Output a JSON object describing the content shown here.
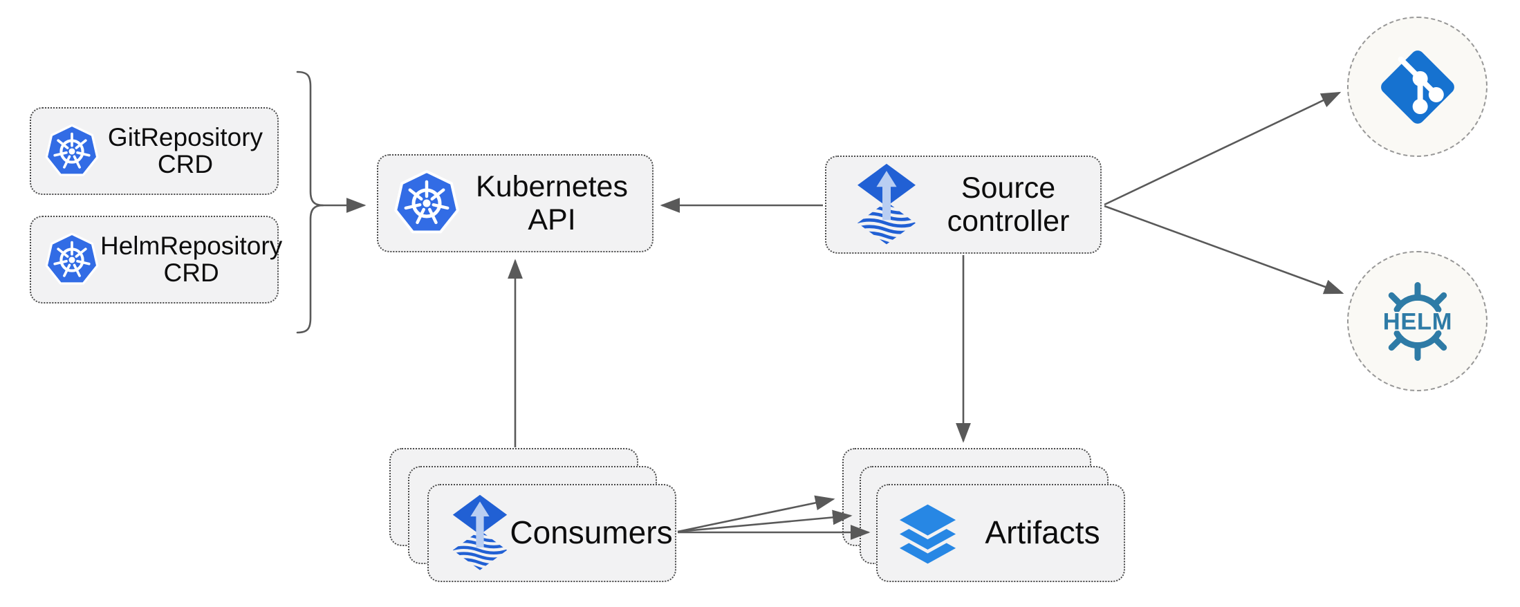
{
  "nodes": {
    "git_repository_crd": {
      "lines": [
        "GitRepository",
        "CRD"
      ],
      "icon": "kubernetes-icon"
    },
    "helm_repository_crd": {
      "lines": [
        "HelmRepository",
        "CRD"
      ],
      "icon": "kubernetes-icon"
    },
    "kubernetes_api": {
      "label": "Kubernetes API",
      "icon": "kubernetes-icon"
    },
    "source_controller": {
      "lines": [
        "Source",
        "controller"
      ],
      "icon": "flux-icon"
    },
    "consumers": {
      "label": "Consumers",
      "icon": "flux-icon",
      "stack_count": 3
    },
    "artifacts": {
      "label": "Artifacts",
      "icon": "layers-icon",
      "stack_count": 3
    },
    "git_repository": {
      "icon": "git-icon"
    },
    "helm_repository": {
      "icon": "helm-icon",
      "icon_text": "HELM"
    }
  },
  "edges": [
    {
      "from": "git_repository_crd & helm_repository_crd",
      "to": "kubernetes_api",
      "style": "bracket-arrow"
    },
    {
      "from": "source_controller",
      "to": "kubernetes_api"
    },
    {
      "from": "consumers",
      "to": "kubernetes_api"
    },
    {
      "from": "source_controller",
      "to": "artifacts"
    },
    {
      "from": "source_controller",
      "to": "git_repository"
    },
    {
      "from": "source_controller",
      "to": "helm_repository"
    },
    {
      "from": "consumers",
      "to": "artifacts",
      "arrow_count": 3
    }
  ],
  "colors": {
    "kubernetes_blue": "#326CE5",
    "flux_blue": "#2160d4",
    "flux_arrow_light": "#b9cef2",
    "git_blue": "#1672d0",
    "helm_teal": "#2e7ba6",
    "layers_blue": "#2787e4",
    "arrow_gray": "#595959",
    "node_fill": "#f2f2f3",
    "node_border_dotted": "#4a4a4a",
    "circle_fill": "#faf9f5",
    "circle_border_dashed": "#979797"
  }
}
